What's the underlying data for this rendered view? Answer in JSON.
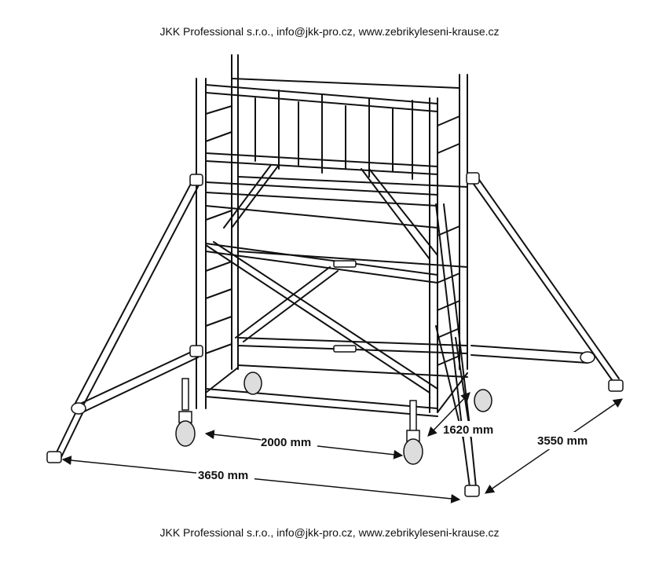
{
  "header": {
    "text": "JKK Professional s.r.o., info@jkk-pro.cz, www.zebrikyleseni-krause.cz"
  },
  "footer": {
    "text": "JKK Professional s.r.o., info@jkk-pro.cz, www.zebrikyleseni-krause.cz"
  },
  "dimensions": {
    "length": "2000 mm",
    "width": "1620 mm",
    "outrigger_length": "3650 mm",
    "outrigger_width": "3550 mm"
  },
  "colors": {
    "line": "#111111",
    "background": "#ffffff",
    "fill": "#ffffff"
  }
}
